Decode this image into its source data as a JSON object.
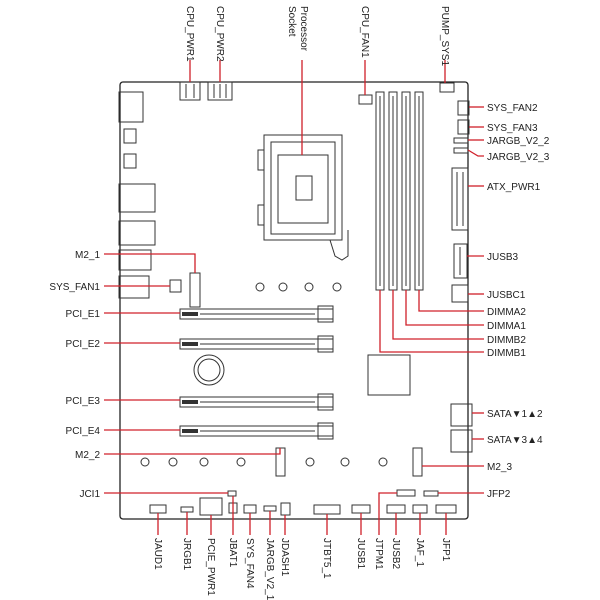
{
  "colors": {
    "leader": "#d0202a",
    "outline": "#222222",
    "background": "#ffffff"
  },
  "labels": {
    "cpu_pwr1": "CPU_PWR1",
    "cpu_pwr2": "CPU_PWR2",
    "processor_socket_line1": "Processor",
    "processor_socket_line2": "Socket",
    "cpu_fan1": "CPU_FAN1",
    "pump_sys1": "PUMP_SYS1",
    "sys_fan2": "SYS_FAN2",
    "sys_fan3": "SYS_FAN3",
    "jargb_v2_2": "JARGB_V2_2",
    "jargb_v2_3": "JARGB_V2_3",
    "atx_pwr1": "ATX_PWR1",
    "jusb3": "JUSB3",
    "jusbc1": "JUSBC1",
    "dimma2": "DIMMA2",
    "dimma1": "DIMMA1",
    "dimmb2": "DIMMB2",
    "dimmb1": "DIMMB1",
    "sata12": "SATA▼1▲2",
    "sata34": "SATA▼3▲4",
    "m2_3": "M2_3",
    "jfp2": "JFP2",
    "m2_1": "M2_1",
    "sys_fan1": "SYS_FAN1",
    "pci_e1": "PCI_E1",
    "pci_e2": "PCI_E2",
    "pci_e3": "PCI_E3",
    "pci_e4": "PCI_E4",
    "m2_2": "M2_2",
    "jci1": "JCI1",
    "jaud1": "JAUD1",
    "jrgb1": "JRGB1",
    "pcie_pwr1": "PCIE_PWR1",
    "jbat1": "JBAT1",
    "sys_fan4": "SYS_FAN4",
    "jargb_v2_1": "JARGB_V2_1",
    "jdash1": "JDASH1",
    "jtbt5_1": "JTBT5_1",
    "jusb1": "JUSB1",
    "jtpm1": "JTPM1",
    "jusb2": "JUSB2",
    "jaf_1": "JAF_1",
    "jfp1": "JFP1"
  }
}
